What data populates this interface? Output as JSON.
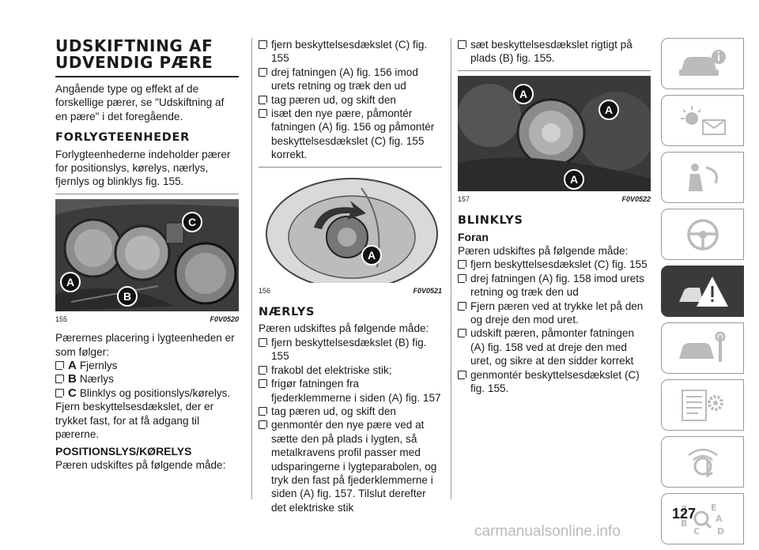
{
  "col1": {
    "title_line1": "UDSKIFTNING AF",
    "title_line2": "UDVENDIG PÆRE",
    "intro": "Angående type og effekt af de forskellige pærer, se \"Udskiftning af en pære\" i det foregående.",
    "section_title": "FORLYGTEENHEDER",
    "section_text": "Forlygteenhederne indeholder pærer for positionslys, kørelys, nærlys, fjernlys og blinklys fig. 155.",
    "figure": {
      "number": "155",
      "code": "F0V0520"
    },
    "placement_text": "Pærernes placering i lygteenheden er som følger:",
    "items": [
      {
        "letter": "A",
        "text": "Fjernlys"
      },
      {
        "letter": "B",
        "text": "Nærlys"
      },
      {
        "letter": "C",
        "text": "Blinklys og positionslys/kørelys."
      }
    ],
    "cover_text": "Fjern beskyttelsesdækslet, der er trykket fast, for at få adgang til pærerne.",
    "minor_title": "POSITIONSLYS/KØRELYS",
    "minor_text": "Pæren udskiftes på følgende måde:"
  },
  "col2": {
    "steps_top": [
      "fjern beskyttelsesdækslet (C) fig. 155",
      "drej fatningen (A) fig. 156 imod urets retning og træk den ud",
      "tag pæren ud, og skift den",
      "isæt den nye pære, påmontér fatningen (A) fig. 156 og påmontér beskyttelsesdækslet (C) fig. 155 korrekt."
    ],
    "figure": {
      "number": "156",
      "code": "F0V0521"
    },
    "section_title": "NÆRLYS",
    "section_text": "Pæren udskiftes på følgende måde:",
    "steps": [
      "fjern beskyttelsesdækslet (B) fig. 155",
      "frakobl det elektriske stik;",
      "frigør fatningen fra fjederklemmerne i siden (A) fig. 157",
      "tag pæren ud, og skift den",
      "genmontér den nye pære ved at sætte den på plads i lygten, så metalkravens profil passer med udsparingerne i lygteparabolen, og tryk den fast på fjederklemmerne i siden (A) fig. 157. Tilslut derefter det elektriske stik"
    ]
  },
  "col3": {
    "steps_top": [
      "sæt beskyttelsesdækslet rigtigt på plads (B) fig. 155."
    ],
    "figure": {
      "number": "157",
      "code": "F0V0522"
    },
    "section_title": "BLINKLYS",
    "minor_title": "Foran",
    "minor_text": "Pæren udskiftes på følgende måde:",
    "steps": [
      "fjern beskyttelsesdækslet (C) fig. 155",
      "drej fatningen (A) fig. 158 imod urets retning og træk den ud",
      "Fjern pæren ved at trykke let på den og dreje den mod uret.",
      "udskift pæren, påmonter fatningen (A) fig. 158 ved at dreje den med uret, og sikre at den sidder korrekt",
      "genmontér beskyttelsesdækslet (C) fig. 155."
    ]
  },
  "labels": {
    "A": "A",
    "B": "B",
    "C": "C"
  },
  "page_number": "127",
  "footer": "carmanualsonline.info",
  "sidebar": {
    "tabs": [
      {
        "icon": "car-info-icon"
      },
      {
        "icon": "lights-message-icon"
      },
      {
        "icon": "airbag-icon"
      },
      {
        "icon": "steering-wheel-icon"
      },
      {
        "icon": "warning-triangle-icon",
        "active": true
      },
      {
        "icon": "car-wrench-icon"
      },
      {
        "icon": "spec-sheet-gears-icon"
      },
      {
        "icon": "multimedia-icon"
      },
      {
        "icon": "index-alphabet-icon"
      }
    ]
  }
}
